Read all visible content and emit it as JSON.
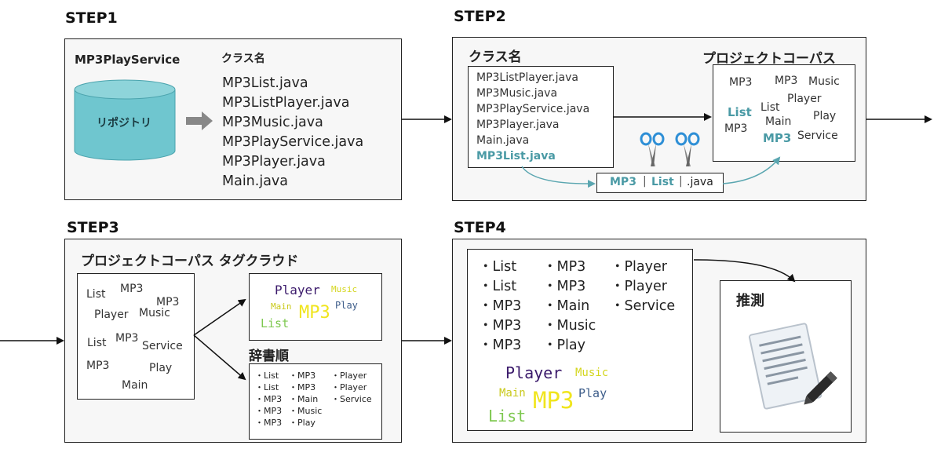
{
  "step1": {
    "label": "STEP1",
    "service": "MP3PlayService",
    "repo": "リポジトリ",
    "class_header": "クラス名",
    "files": [
      "MP3List.java",
      "MP3ListPlayer.java",
      "MP3Music.java",
      "MP3PlayService.java",
      "MP3Player.java",
      "Main.java"
    ]
  },
  "step2": {
    "label": "STEP2",
    "class_header": "クラス名",
    "files": [
      "MP3ListPlayer.java",
      "MP3Music.java",
      "MP3PlayService.java",
      "MP3Player.java",
      "Main.java"
    ],
    "highlight": "MP3List.java",
    "corpus_title": "プロジェクトコーパス",
    "split": [
      "MP3",
      "List",
      ".java"
    ],
    "corpus_words": [
      "MP3",
      "MP3",
      "Music",
      "Player",
      "List",
      "List",
      "Play",
      "MP3",
      "Main",
      "MP3",
      "Service"
    ]
  },
  "step3": {
    "label": "STEP3",
    "title": "プロジェクトコーパス タグクラウド",
    "words": [
      "List",
      "MP3",
      "MP3",
      "Player",
      "Music",
      "List",
      "MP3",
      "Service",
      "MP3",
      "Play",
      "Main"
    ],
    "cloud": [
      "Player",
      "Music",
      "Main",
      "MP3",
      "Play",
      "List"
    ],
    "dict_title": "辞書順",
    "dict": [
      [
        "・List",
        "・MP3",
        "・Player"
      ],
      [
        "・List",
        "・MP3",
        "・Player"
      ],
      [
        "・MP3",
        "・Main",
        "・Service"
      ],
      [
        "・MP3",
        "・Music",
        ""
      ],
      [
        "・MP3",
        "・Play",
        ""
      ]
    ]
  },
  "step4": {
    "label": "STEP4",
    "list": [
      [
        "・List",
        "・MP3",
        "・Player"
      ],
      [
        "・List",
        "・MP3",
        "・Player"
      ],
      [
        "・MP3",
        "・Main",
        "・Service"
      ],
      [
        "・MP3",
        "・Music",
        ""
      ],
      [
        "・MP3",
        "・Play",
        ""
      ]
    ],
    "cloud": [
      "Player",
      "Music",
      "Main",
      "MP3",
      "Play",
      "List"
    ],
    "guess": "推測"
  },
  "colors": {
    "teal": "#4a9aa5",
    "cylinder": "#6fc6cf",
    "cloud_purple": "#3b1a6b",
    "cloud_yellow": "#d4d61e",
    "cloud_blue": "#3d5d8a",
    "cloud_green": "#7ec850",
    "cloud_mp3": "#f0e51e"
  }
}
